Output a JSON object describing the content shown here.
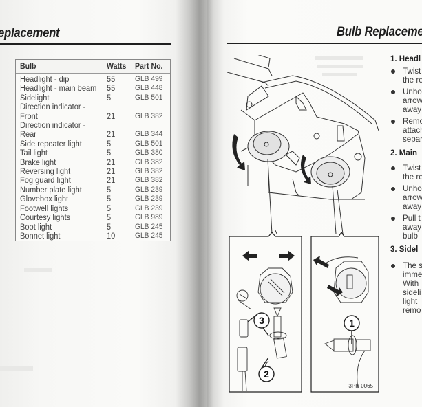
{
  "left_page": {
    "title": "eplacement",
    "table": {
      "headers": [
        "Bulb",
        "Watts",
        "Part No."
      ],
      "rows": [
        {
          "bulb": "Headlight - dip",
          "watts": "55",
          "part": "GLB 499"
        },
        {
          "bulb": "Headlight - main beam",
          "watts": "55",
          "part": "GLB 448"
        },
        {
          "bulb": "Sidelight",
          "watts": "5",
          "part": "GLB 501"
        },
        {
          "bulb": "Direction indicator -",
          "watts": "",
          "part": ""
        },
        {
          "bulb": "Front",
          "watts": "21",
          "part": "GLB 382"
        },
        {
          "bulb": "Direction indicator -",
          "watts": "",
          "part": ""
        },
        {
          "bulb": "Rear",
          "watts": "21",
          "part": "GLB 344"
        },
        {
          "bulb": "Side repeater light",
          "watts": "5",
          "part": "GLB 501"
        },
        {
          "bulb": "Tail light",
          "watts": "5",
          "part": "GLB 380"
        },
        {
          "bulb": "Brake light",
          "watts": "21",
          "part": "GLB 382"
        },
        {
          "bulb": "Reversing light",
          "watts": "21",
          "part": "GLB 382"
        },
        {
          "bulb": "Fog guard light",
          "watts": "21",
          "part": "GLB 382"
        },
        {
          "bulb": "Number plate light",
          "watts": "5",
          "part": "GLB 239"
        },
        {
          "bulb": "Glovebox light",
          "watts": "5",
          "part": "GLB 239"
        },
        {
          "bulb": "Footwell lights",
          "watts": "5",
          "part": "GLB 239"
        },
        {
          "bulb": "Courtesy lights",
          "watts": "5",
          "part": "GLB 989"
        },
        {
          "bulb": "Boot light",
          "watts": "5",
          "part": "GLB 245"
        },
        {
          "bulb": "Bonnet light",
          "watts": "10",
          "part": "GLB 245"
        }
      ]
    }
  },
  "right_page": {
    "title": "Bulb Replaceme",
    "sections": [
      {
        "heading": "1. Headl",
        "lines": [
          "Twist",
          "the re",
          "Unho",
          "arrow",
          "away",
          "Remo",
          "attach",
          "separ"
        ]
      },
      {
        "heading": "2. Main",
        "lines": [
          "Twist",
          "the re",
          "Unho",
          "arrow",
          "away",
          "Pull t",
          "away",
          "bulb"
        ]
      },
      {
        "heading": "3. Sidel",
        "lines": [
          "The s",
          "imme",
          "With",
          "sideli",
          "light",
          "remo"
        ]
      }
    ],
    "figure": {
      "callouts": [
        "1",
        "2",
        "3"
      ],
      "reference": "3PR 0065"
    }
  }
}
